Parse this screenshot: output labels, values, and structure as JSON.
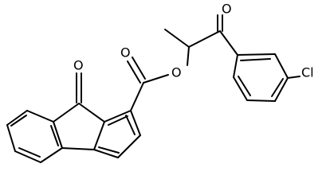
{
  "atom_labels": {
    "ketone_o_fluorenone": "O",
    "ester_carbonyl_o": "O",
    "ester_o": "O",
    "ketone_o_side": "O",
    "chlorine": "Cl"
  },
  "colors": {
    "background": "#ffffff",
    "bond_and_text": "#000000"
  }
}
